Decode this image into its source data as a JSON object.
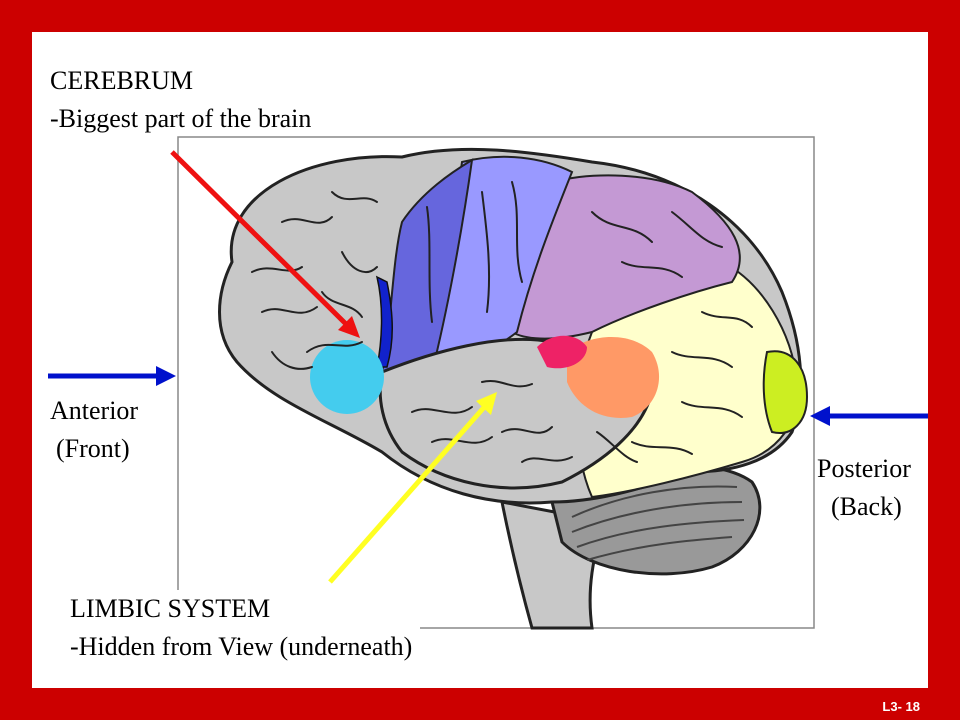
{
  "cerebrum": {
    "title": "CEREBRUM",
    "description": "-Biggest part of the brain"
  },
  "limbic": {
    "title": "LIMBIC SYSTEM",
    "description": "-Hidden from View (underneath)"
  },
  "anterior": {
    "label": "Anterior",
    "sub": "(Front)"
  },
  "posterior": {
    "label": "Posterior",
    "sub": "(Back)"
  },
  "slide_number": "L3- 18",
  "colors": {
    "background": "#cc0000",
    "cerebrum_arrow": "#ee1111",
    "limbic_arrow": "#ffff22",
    "direction_arrow": "#0011cc",
    "cortex": "#c8c8c8",
    "motor": "#6666dd",
    "somatosensory": "#9999ff",
    "parietal": "#c499d4",
    "occipital_temporal": "#ffffcc",
    "broca": "#44ccee",
    "wernicke": "#ff9966",
    "visual": "#ccee22"
  }
}
